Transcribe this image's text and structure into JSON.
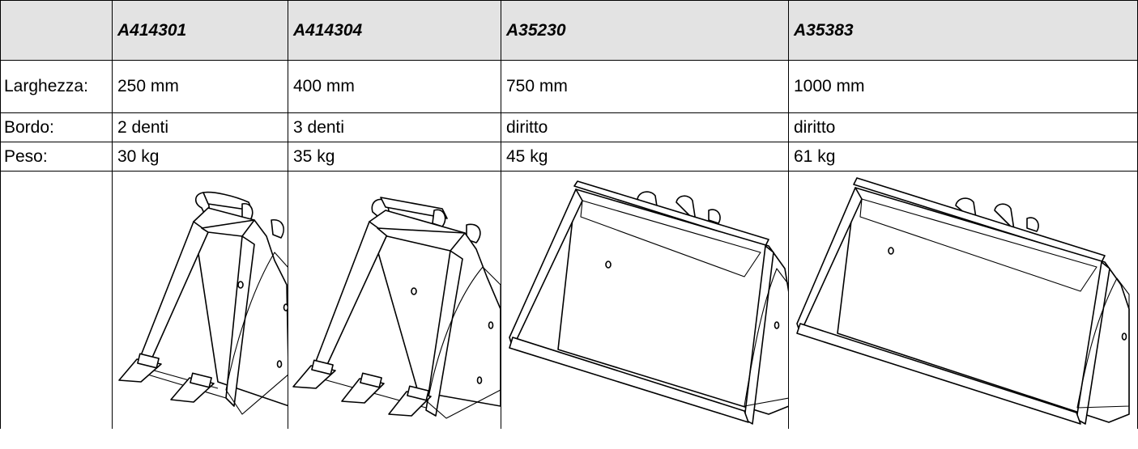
{
  "table": {
    "models": [
      "A414301",
      "A414304",
      "A35230",
      "A35383"
    ],
    "rows": [
      {
        "label": "Larghezza:",
        "values": [
          "250 mm",
          "400 mm",
          "750 mm",
          "1000 mm"
        ]
      },
      {
        "label": "Bordo:",
        "values": [
          "2 denti",
          "3 denti",
          "diritto",
          "diritto"
        ]
      },
      {
        "label": "Peso:",
        "values": [
          "30 kg",
          "35 kg",
          "45 kg",
          "61 kg"
        ]
      }
    ]
  },
  "images": [
    {
      "icon": "narrow-bucket-2-teeth-icon",
      "teeth": 2
    },
    {
      "icon": "narrow-bucket-3-teeth-icon",
      "teeth": 3
    },
    {
      "icon": "wide-bucket-straight-edge-icon",
      "teeth": 0
    },
    {
      "icon": "wide-bucket-straight-edge-icon",
      "teeth": 0
    }
  ]
}
